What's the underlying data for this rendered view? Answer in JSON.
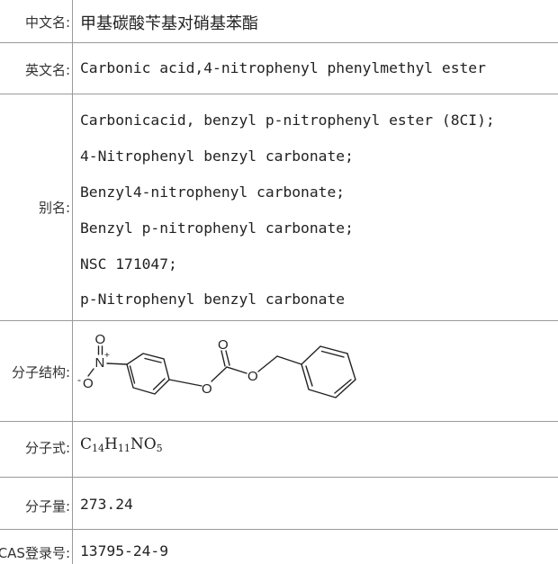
{
  "rows": {
    "chinese_name": {
      "label": "中文名:",
      "value": "甲基碳酸苄基对硝基苯酯"
    },
    "english_name": {
      "label": "英文名:",
      "value": "Carbonic acid,4-nitrophenyl phenylmethyl ester"
    },
    "aliases": {
      "label": "别名:",
      "items": [
        "Carbonicacid, benzyl p-nitrophenyl ester (8CI);",
        "4-Nitrophenyl benzyl carbonate;",
        "Benzyl4-nitrophenyl carbonate;",
        "Benzyl p-nitrophenyl carbonate;",
        "NSC 171047;",
        "p-Nitrophenyl benzyl carbonate"
      ]
    },
    "structure": {
      "label": "分子结构:",
      "atoms": {
        "nitro_o_top": "O",
        "nitro_n": "N",
        "nitro_n_charge": "+",
        "nitro_o_left": "O",
        "nitro_o_charge": "-",
        "ester_o": "O",
        "carbonyl_o": "O",
        "ether_o": "O"
      }
    },
    "formula": {
      "label": "分子式:",
      "parts": [
        {
          "text": "C",
          "sub": "14"
        },
        {
          "text": "H",
          "sub": "11"
        },
        {
          "text": "NO",
          "sub": "5"
        }
      ]
    },
    "molecular_weight": {
      "label": "分子量:",
      "value": "273.24"
    },
    "cas": {
      "label": "CAS登录号:",
      "value": "13795-24-9"
    }
  }
}
